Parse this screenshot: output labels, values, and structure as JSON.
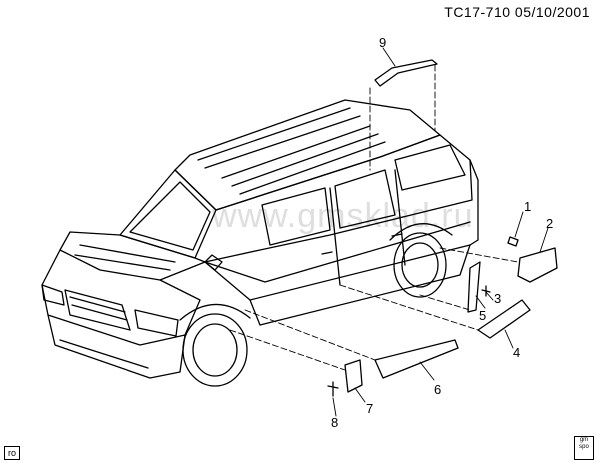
{
  "header": {
    "code": "TC17-710",
    "date": "05/10/2001"
  },
  "watermark": "www.gmsklad.ru",
  "corner_tag": "ro",
  "corner_logo": "gm spo",
  "callouts": [
    "1",
    "2",
    "3",
    "4",
    "5",
    "6",
    "7",
    "8",
    "9"
  ]
}
